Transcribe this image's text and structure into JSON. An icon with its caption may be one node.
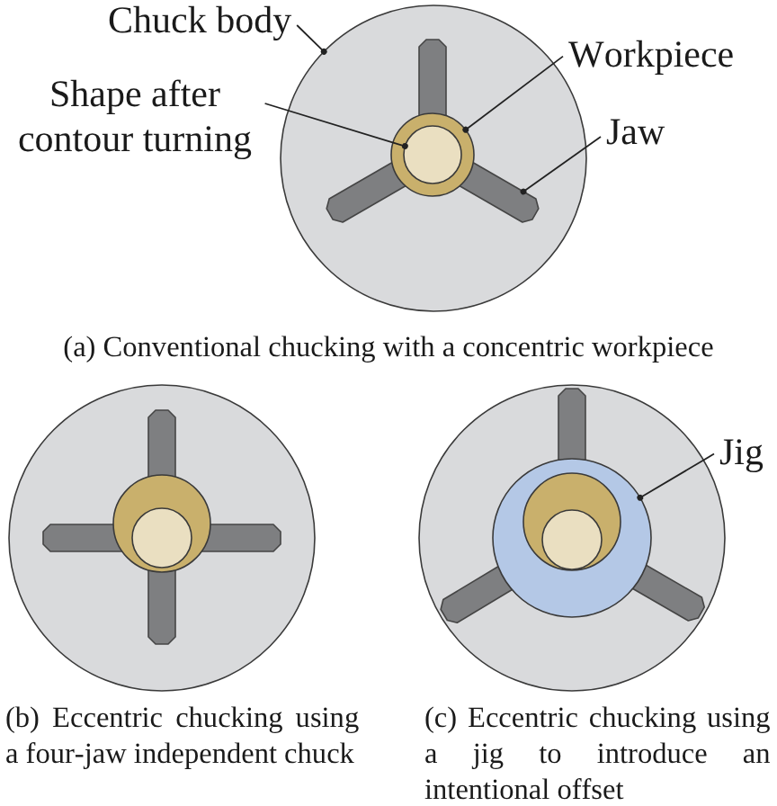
{
  "diagram": {
    "nodes": [
      {
        "text": [
          "Chuck body"
        ]
      },
      {
        "text": [],
        "shape": "circle"
      },
      {
        "text": [
          "Workpiece"
        ]
      },
      {
        "text": [],
        "shape": "circle",
        "in": 1
      },
      {
        "text": [
          "Shape after contour turning"
        ]
      },
      {
        "text": [],
        "shape": "circle",
        "in": 3
      },
      {
        "text": [
          "Jaw"
        ]
      },
      {
        "text": [],
        "shape": "bar",
        "in": 1
      },
      {
        "text": [
          "Jig"
        ]
      },
      {
        "text": [],
        "shape": "circle"
      },
      {
        "text": [],
        "shape": "bar",
        "in": 1
      },
      {
        "text": [],
        "shape": "bar",
        "in": 1
      }
    ],
    "edges": [
      {
        "from": 0,
        "to": 1,
        "arrow": "other"
      },
      {
        "from": 2,
        "to": 3,
        "arrow": "other"
      },
      {
        "from": 4,
        "to": 5,
        "arrow": "other"
      },
      {
        "from": 6,
        "to": 7,
        "arrow": "other"
      },
      {
        "from": 8,
        "to": 9,
        "arrow": "other"
      }
    ],
    "labels": [
      "(a) Conventional chucking with a concentric workpiece",
      "(b) Eccentric chucking using a four-jaw independent chuck",
      "(c) Eccentric chucking using a jig to introduce an intentional offset"
    ]
  }
}
